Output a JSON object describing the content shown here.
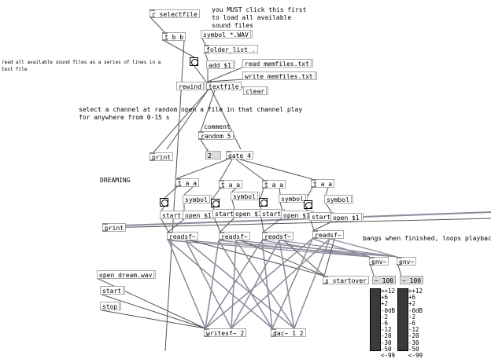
{
  "comments": {
    "must_click": "you MUST click this first\nto load all available\nsound files",
    "read_all": "read all available sound files as a series of lines in a\ntext file",
    "select": "select a channel at random open a file in that channel play\nfor anywhere from 0-15 s",
    "comment": "comment",
    "dreaming": "DREAMING",
    "bangs": "bangs when finished, loops playback"
  },
  "objects": {
    "r_selectfile": "r selectfile",
    "t_b_b": "t b b",
    "folder_list": "folder_list .",
    "textfile": "textfile",
    "random": "random 5",
    "print1": "print",
    "gate": "gate 4",
    "taa": "t a a",
    "readsf": "readsf~",
    "print2": "print",
    "env": "env~",
    "s_startover": "s startover",
    "writesf": "writesf~ 2",
    "dac": "dac~ 1 2"
  },
  "messages": {
    "symbol_wav": "symbol *.WAV",
    "add": "add $1",
    "read": "read memfiles.txt",
    "write": "write memfiles.txt",
    "rewind": "rewind",
    "clear": "clear",
    "symbol": "symbol",
    "start": "start",
    "open": "open $1",
    "open_dream": "open dream.wav",
    "stop": "stop"
  },
  "numbers": {
    "gate_input": "2",
    "offset": "~ 100"
  },
  "vu_labels": ">+12\n+6\n+2\n-0dB\n-2\n-6\n-12\n-20\n-30\n-50\n<-99"
}
